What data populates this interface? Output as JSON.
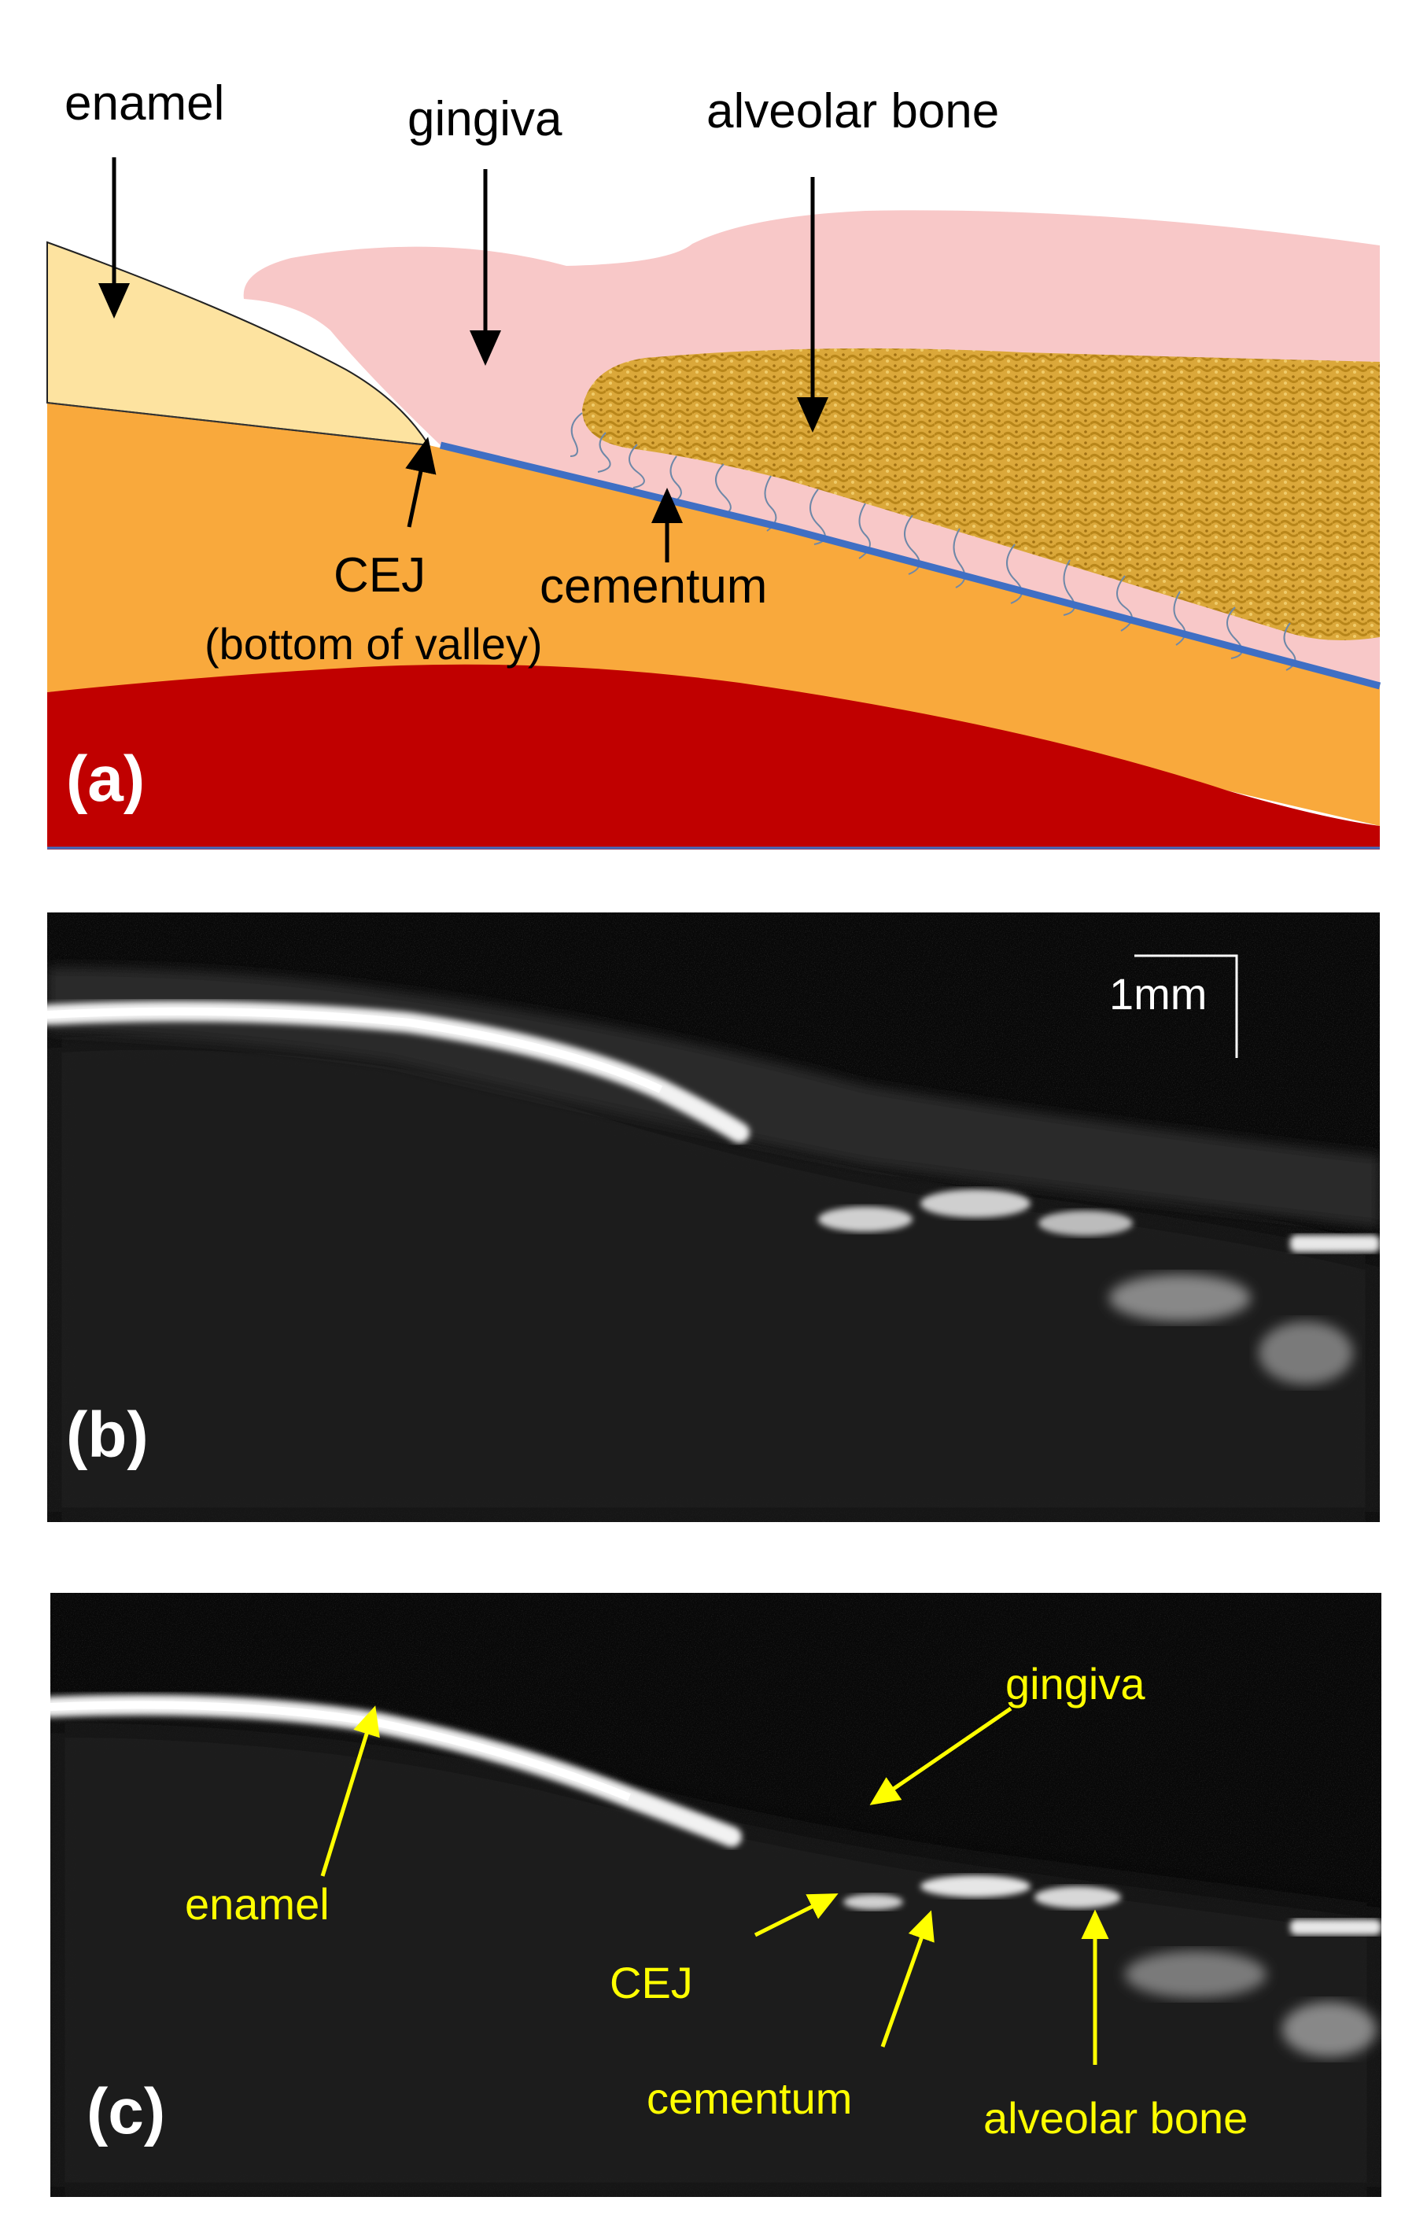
{
  "panel_a": {
    "panel_label": "(a)",
    "labels": {
      "enamel": "enamel",
      "gingiva": "gingiva",
      "alveolar_bone": "alveolar bone",
      "cej": "CEJ",
      "cej_note": "(bottom of valley)",
      "cementum": "cementum"
    },
    "colors": {
      "enamel": "#fde3a0",
      "dentin": "#f9a93c",
      "pulp": "#c00000",
      "gingiva": "#f8c8c8",
      "bone": "#d8a430",
      "cementum": "#3f6fc4"
    }
  },
  "panel_b": {
    "panel_label": "(b)",
    "scale_bar": "1mm"
  },
  "panel_c": {
    "panel_label": "(c)",
    "labels": {
      "gingiva": "gingiva",
      "enamel": "enamel",
      "cej": "CEJ",
      "cementum": "cementum",
      "alveolar_bone": "alveolar bone"
    },
    "annotation_color": "#ffff00"
  }
}
